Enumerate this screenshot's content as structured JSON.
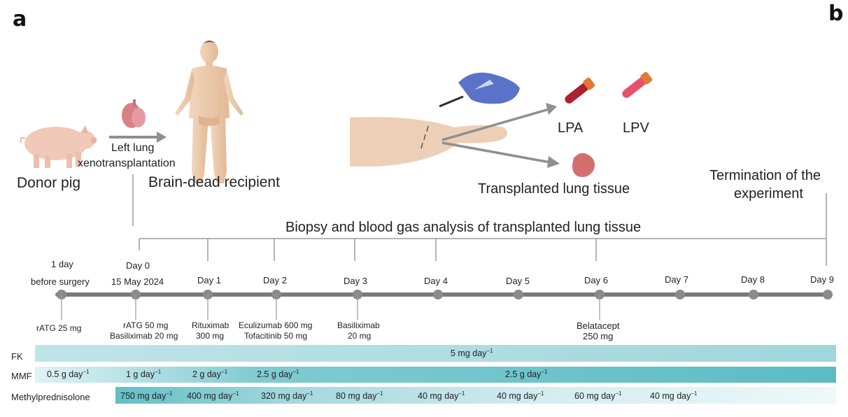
{
  "panel_labels": {
    "a": "a",
    "b": "b"
  },
  "illustration": {
    "donor": "Donor pig",
    "procedure_line1": "Left lung",
    "procedure_line2": "xenotransplantation",
    "recipient": "Brain-dead recipient",
    "sample_lpa": "LPA",
    "sample_lpv": "LPV",
    "tissue": "Transplanted lung tissue",
    "termination_line1": "Termination of the",
    "termination_line2": "experiment"
  },
  "biopsy_label": "Biopsy and blood gas analysis of transplanted lung tissue",
  "timeline": {
    "pre_day_line1": "1 day",
    "pre_day_line2": "before surgery",
    "day0_line1": "Day 0",
    "day0_line2": "15 May 2024",
    "days": [
      "Day 1",
      "Day 2",
      "Day 3",
      "Day 4",
      "Day 5",
      "Day 6",
      "Day 7",
      "Day 8",
      "Day 9"
    ]
  },
  "drugs": {
    "pre": "rATG 25 mg",
    "d0_line1": "rATG 50 mg",
    "d0_line2": "Basiliximab 20 mg",
    "d1_line1": "Rituximab",
    "d1_line2": "300 mg",
    "d2_line1": "Eculizumab 600 mg",
    "d2_line2": "Tofacitinib 50 mg",
    "d3_line1": "Basiliximab",
    "d3_line2": "20 mg",
    "d6_line1": "Belatacept",
    "d6_line2": "250 mg"
  },
  "regimen": {
    "fk_label": "FK",
    "fk_dose": "5 mg day",
    "mmf_label": "MMF",
    "mmf_doses": [
      "0.5 g day",
      "1 g day",
      "2 g day",
      "2.5 g day",
      "2.5 g day"
    ],
    "mp_label": "Methylprednisolone",
    "mp_doses": [
      "750 mg day",
      "400 mg day",
      "320 mg day",
      "80 mg day",
      "40 mg day",
      "40 mg day",
      "60 mg day",
      "40 mg day"
    ],
    "unit_exponent": "−1"
  },
  "colors": {
    "fk_bar": "#a9dbe0",
    "mmf_bar": "#5fbfc6",
    "mp_bar": "#d3edf0",
    "timeline": "#7a7a7a"
  }
}
